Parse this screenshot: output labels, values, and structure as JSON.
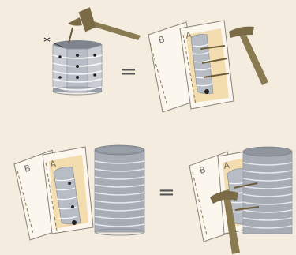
{
  "step1": {
    "asterisk": "*",
    "equals": "=",
    "sheet_back_label": "B",
    "sheet_front_label": "A"
  },
  "step2": {
    "sheet_back_label": "B",
    "sheet_front_label": "A",
    "equals": "=",
    "result_sheet_back_label": "B",
    "result_sheet_front_label": "A"
  },
  "colors": {
    "background": "#f4ecdf",
    "can_metal": "#b8bcc4",
    "can_dark": "#8f949d",
    "hammer_wood": "#8a7a52",
    "paper": "#fbf6ee",
    "paper_tint": "#f3ddae",
    "nail": "#222222"
  },
  "icons": [
    "hammer-icon",
    "tin-can-icon",
    "paper-sheet-icon",
    "nail-hole-icon"
  ]
}
